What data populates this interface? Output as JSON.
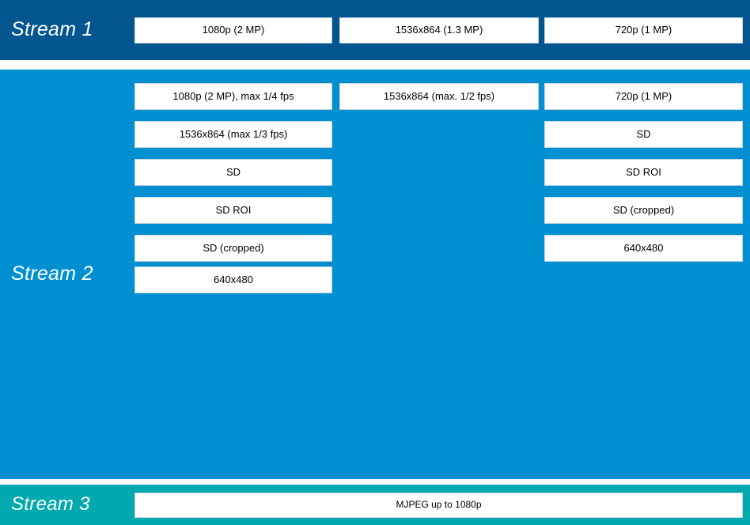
{
  "colors": {
    "stream1_band": "#02558f",
    "stream2_band": "#0090d2",
    "stream3_band": "#00a9b0",
    "cell_background": "#ffffff",
    "cell_border": "#c9d6e0",
    "label_text": "#ffffff",
    "cell_text": "#000000",
    "page_background": "#ffffff"
  },
  "streams": [
    {
      "label": "Stream 1",
      "columns": [
        {
          "cells": [
            "1080p (2 MP)"
          ]
        },
        {
          "cells": [
            "1536x864 (1.3 MP)"
          ]
        },
        {
          "cells": [
            "720p (1 MP)"
          ]
        }
      ]
    },
    {
      "label": "Stream 2",
      "columns": [
        {
          "cells": [
            "1080p (2 MP), max 1/4 fps",
            "1536x864 (max 1/3 fps)",
            "SD",
            "SD ROI",
            "SD (cropped)",
            "640x480"
          ]
        },
        {
          "cells": [
            "1536x864 (max. 1/2 fps)"
          ]
        },
        {
          "cells": [
            "720p (1 MP)",
            "SD",
            "SD ROI",
            "SD (cropped)",
            "640x480"
          ]
        }
      ]
    },
    {
      "label": "Stream 3",
      "columns": [
        {
          "cells": [
            "MJPEG up to 1080p"
          ]
        }
      ]
    }
  ]
}
